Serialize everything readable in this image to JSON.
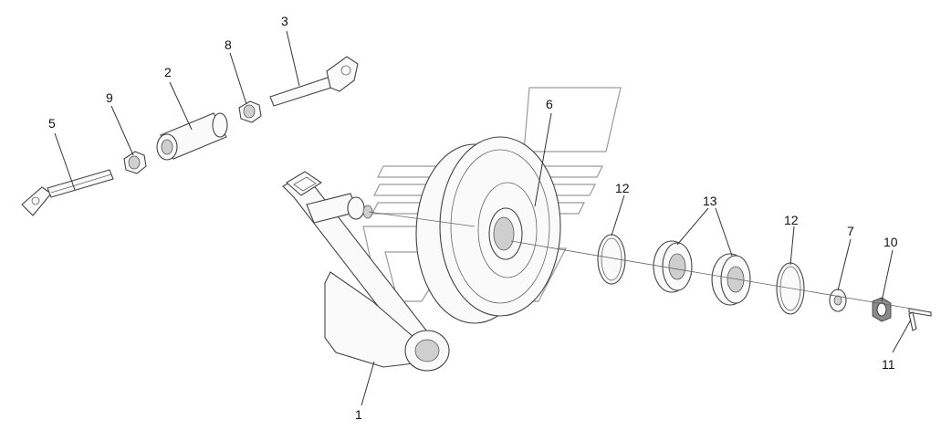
{
  "labels": {
    "l1": "1",
    "l2": "2",
    "l3": "3",
    "l5": "5",
    "l6": "6",
    "l7": "7",
    "l8": "8",
    "l9": "9",
    "l10": "10",
    "l11": "11",
    "l12a": "12",
    "l12b": "12",
    "l13": "13"
  }
}
